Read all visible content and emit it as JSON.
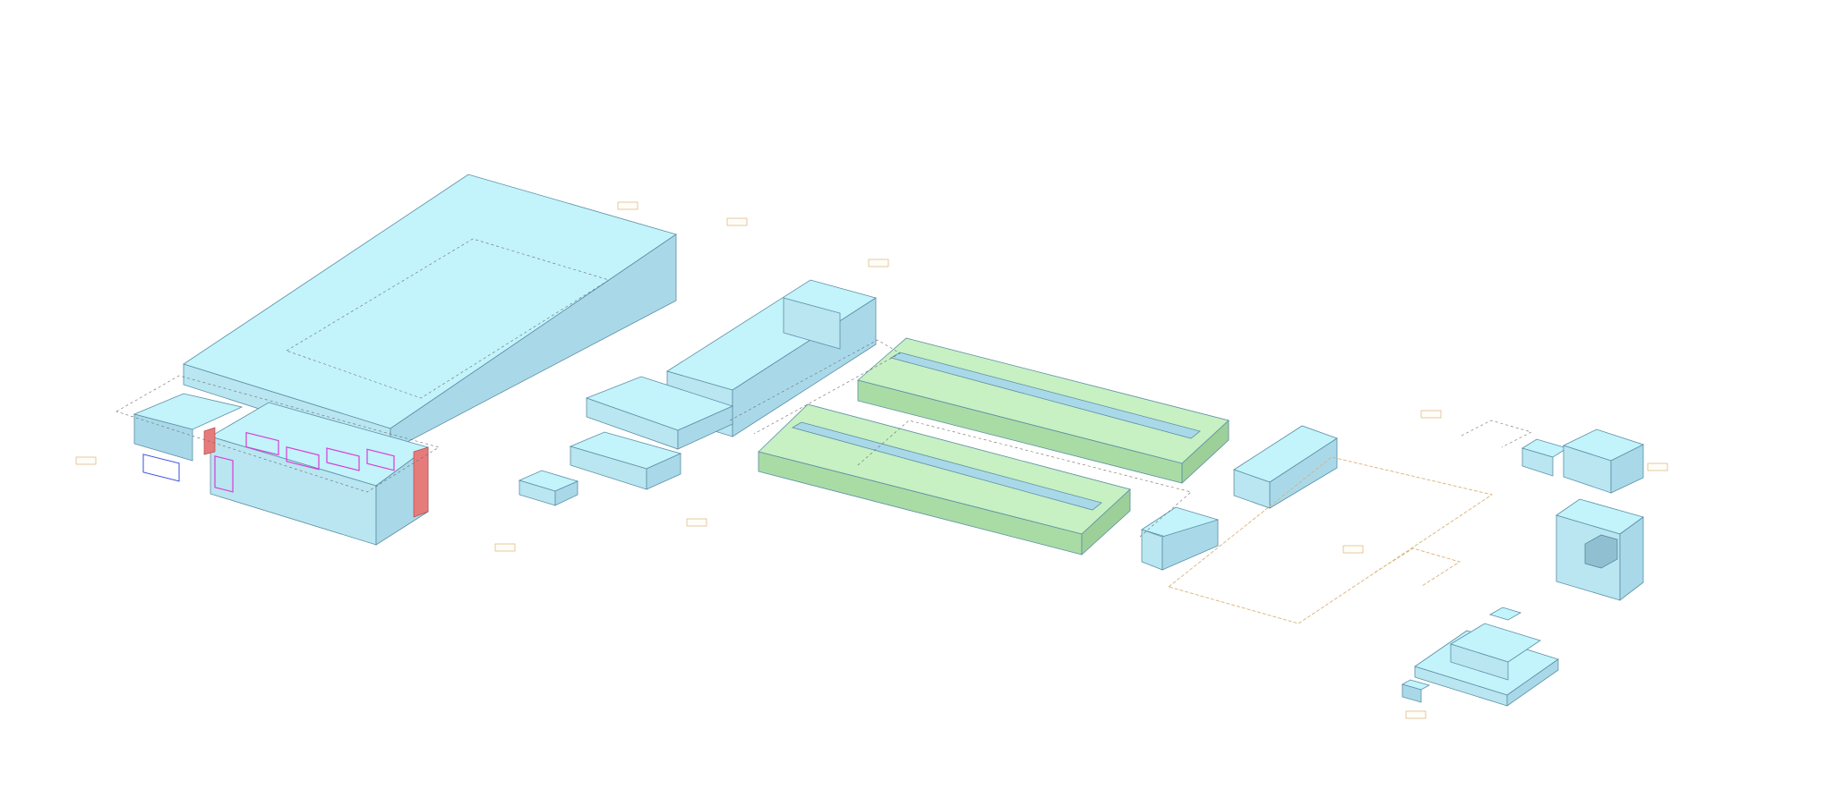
{
  "colors": {
    "volume_top": "#c3f3fb",
    "volume_left": "#b9e6f1",
    "volume_right": "#a9d9e9",
    "green_top": "#c7f0c3",
    "green_side": "#a9dca5",
    "edge": "#5c8ea3",
    "plan_magenta": "#d83cd6",
    "plan_blue": "#3b4fe0",
    "plan_red": "#e67b7b",
    "site_outline": "#d9b27a",
    "grid": "#6b6b6b"
  },
  "scene": {
    "view": "isometric",
    "buildings": [
      {
        "name": "large-warehouse-volume",
        "color": "cyan"
      },
      {
        "name": "office-block-with-floorplan",
        "color": "cyan-magenta"
      },
      {
        "name": "mid-block-tall",
        "color": "cyan"
      },
      {
        "name": "mid-block-low",
        "color": "cyan"
      },
      {
        "name": "small-block",
        "color": "cyan"
      },
      {
        "name": "small-block-dark-base",
        "color": "cyan"
      },
      {
        "name": "green-long-bar-upper",
        "color": "green"
      },
      {
        "name": "green-long-bar-lower",
        "color": "green"
      },
      {
        "name": "right-block-a",
        "color": "cyan"
      },
      {
        "name": "right-block-b",
        "color": "cyan"
      },
      {
        "name": "far-right-pair",
        "color": "cyan"
      },
      {
        "name": "far-right-tower",
        "color": "cyan"
      },
      {
        "name": "stepped-cluster",
        "color": "cyan"
      }
    ]
  }
}
